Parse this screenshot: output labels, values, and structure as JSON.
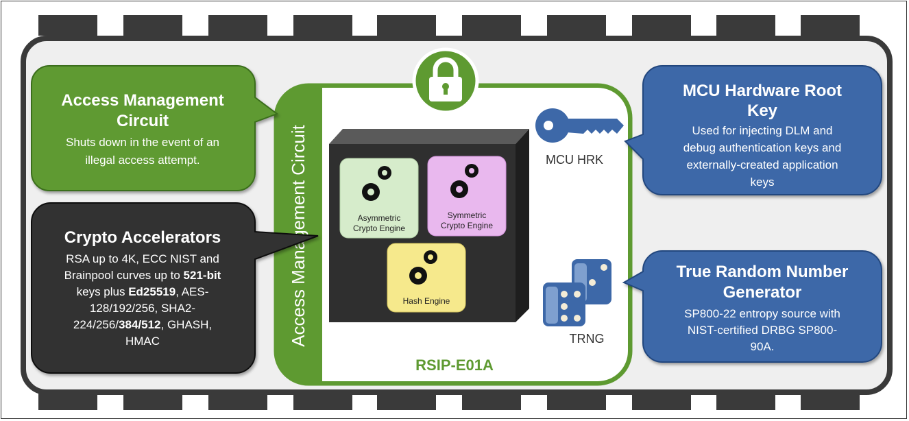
{
  "chip": {
    "name": "RSIP-E01A",
    "side_label": "Access Management Circuit"
  },
  "callouts": {
    "access": {
      "title_line1": "Access Management",
      "title_line2": "Circuit",
      "body_line1": "Shuts down in the event of an",
      "body_line2": "illegal access attempt.",
      "color": "#5e9a31"
    },
    "crypto": {
      "title": "Crypto Accelerators",
      "line1": "RSA up to 4K, ECC NIST and",
      "line2_a": "Brainpool curves up to ",
      "line2_b": "521-bit",
      "line3_a": "keys plus ",
      "line3_b": "Ed25519",
      "line3_c": ", AES-",
      "line4": "128/192/256, SHA2-",
      "line5_a": "224/256/",
      "line5_b": "384/512",
      "line5_c": ", GHASH,",
      "line6": "HMAC",
      "color": "#323232"
    },
    "hrk": {
      "title_line1": "MCU Hardware Root",
      "title_line2": "Key",
      "body_line1": "Used for injecting DLM and",
      "body_line2": "debug authentication keys and",
      "body_line3": "externally-created application",
      "body_line4": "keys",
      "color": "#3d68a8"
    },
    "trng": {
      "title_line1": "True Random Number",
      "title_line2": "Generator",
      "body_line1": "SP800-22 entropy source with",
      "body_line2": "NIST-certified DRBG SP800-",
      "body_line3": "90A.",
      "color": "#3d68a8"
    }
  },
  "engines": {
    "asymmetric": {
      "line1": "Asymmetric",
      "line2": "Crypto Engine",
      "color": "#d6eccb"
    },
    "symmetric": {
      "line1": "Symmetric",
      "line2": "Crypto Engine",
      "color": "#e9b8ee"
    },
    "hash": {
      "line1": "Hash Engine",
      "color": "#f6e98c"
    }
  },
  "hrk_label": "MCU HRK",
  "trng_label": "TRNG",
  "icons": [
    "lock-icon",
    "key-icon",
    "dice-icon",
    "gears-icon"
  ]
}
